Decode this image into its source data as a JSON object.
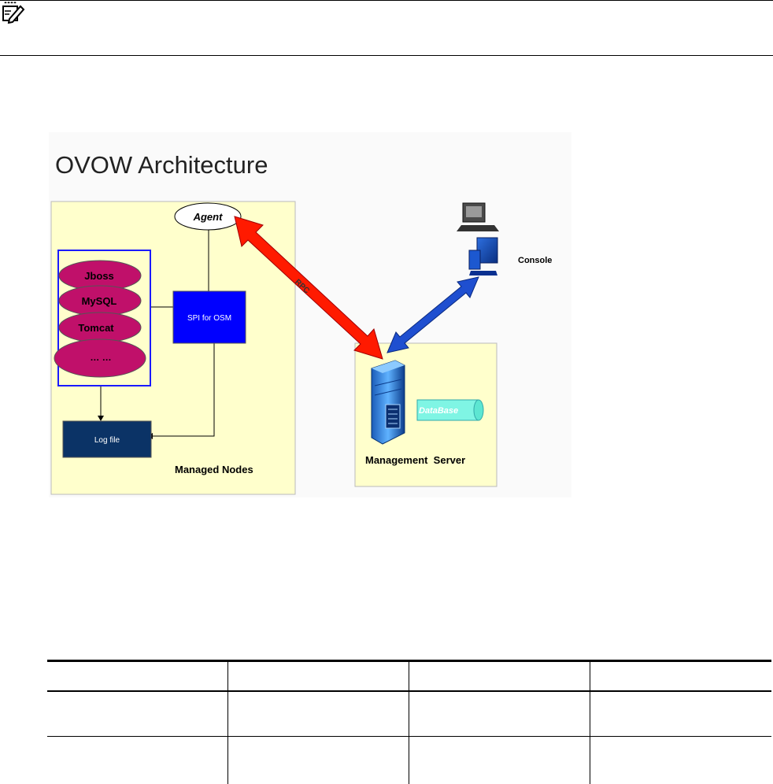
{
  "note": {
    "icon": "note-pencil-icon",
    "text": ""
  },
  "diagram": {
    "title": "OVOW Architecture",
    "agent_label": "Agent",
    "apps": [
      "Jboss",
      "MySQL",
      "Tomcat",
      "… …"
    ],
    "spi_label": "SPI for OSM",
    "logfile_label": "Log file",
    "managed_nodes_label": "Managed Nodes",
    "rpc_label": "RPC",
    "console_label": "Console",
    "database_label": "DataBase",
    "management_server_label": "Management  Server",
    "colors": {
      "panel_yellow": "#ffffcc",
      "app_ellipse": "#c0106a",
      "spi_box": "#0000ff",
      "logfile_box": "#0b3366",
      "rpc_arrow": "#ff1a00",
      "console_arrow": "#1f4fd0",
      "database": "#7ff5e4"
    },
    "icons": [
      "console-computer-icon",
      "server-icon",
      "database-cylinder-icon"
    ]
  },
  "table": {
    "columns": 4,
    "header": [
      "",
      "",
      "",
      ""
    ],
    "rows": [
      [
        "",
        "",
        "",
        ""
      ],
      [
        "",
        "",
        "",
        ""
      ]
    ]
  }
}
